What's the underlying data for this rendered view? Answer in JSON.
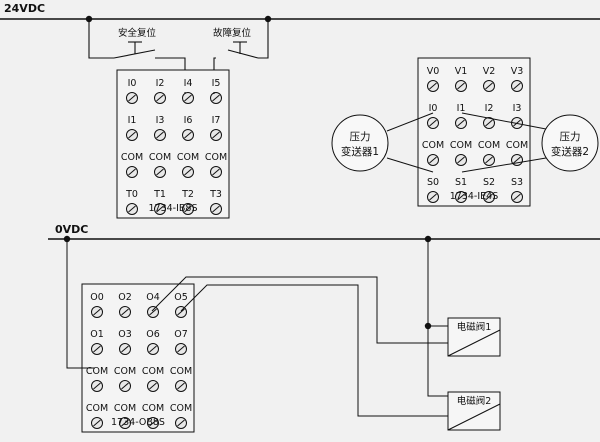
{
  "rails": {
    "top": "24VDC",
    "bottom": "0VDC"
  },
  "switches": {
    "safety_reset": "安全复位",
    "fault_reset": "故障复位"
  },
  "module_ib8s": {
    "name": "1734-IB8S",
    "rows": [
      [
        "I0",
        "I2",
        "I4",
        "I5"
      ],
      [
        "I1",
        "I3",
        "I6",
        "I7"
      ],
      [
        "COM",
        "COM",
        "COM",
        "COM"
      ],
      [
        "T0",
        "T1",
        "T2",
        "T3"
      ]
    ]
  },
  "module_ie4s": {
    "name": "1734-IE4S",
    "rows": [
      [
        "V0",
        "V1",
        "V2",
        "V3"
      ],
      [
        "I0",
        "I1",
        "I2",
        "I3"
      ],
      [
        "COM",
        "COM",
        "COM",
        "COM"
      ],
      [
        "S0",
        "S1",
        "S2",
        "S3"
      ]
    ]
  },
  "module_ob8s": {
    "name": "1734-OB8S",
    "rows": [
      [
        "O0",
        "O2",
        "O4",
        "O5"
      ],
      [
        "O1",
        "O3",
        "O6",
        "O7"
      ],
      [
        "COM",
        "COM",
        "COM",
        "COM"
      ],
      [
        "COM",
        "COM",
        "COM",
        "COM"
      ]
    ]
  },
  "transmitters": [
    {
      "line1": "压力",
      "line2": "变送器1"
    },
    {
      "line1": "压力",
      "line2": "变送器2"
    }
  ],
  "valves": [
    "电磁阀1",
    "电磁阀2"
  ],
  "colors": {
    "background": "#f1f1f1",
    "line": "#111111",
    "module_fill": "#f4f4f4",
    "terminal_fill": "#e8e8e8"
  }
}
